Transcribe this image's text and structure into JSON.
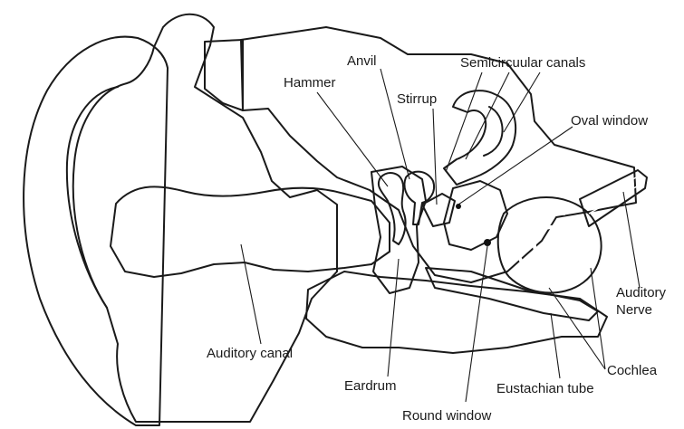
{
  "labels": {
    "anvil": "Anvil",
    "hammer": "Hammer",
    "semicircular": "Semicircuular canals",
    "stirrup": "Stirrup",
    "oval_window": "Oval window",
    "auditory_nerve_1": "Auditory",
    "auditory_nerve_2": "Nerve",
    "cochlea": "Cochlea",
    "eustachian": "Eustachian tube",
    "round_window": "Round window",
    "eardrum": "Eardrum",
    "auditory_canal": "Auditory canal"
  }
}
